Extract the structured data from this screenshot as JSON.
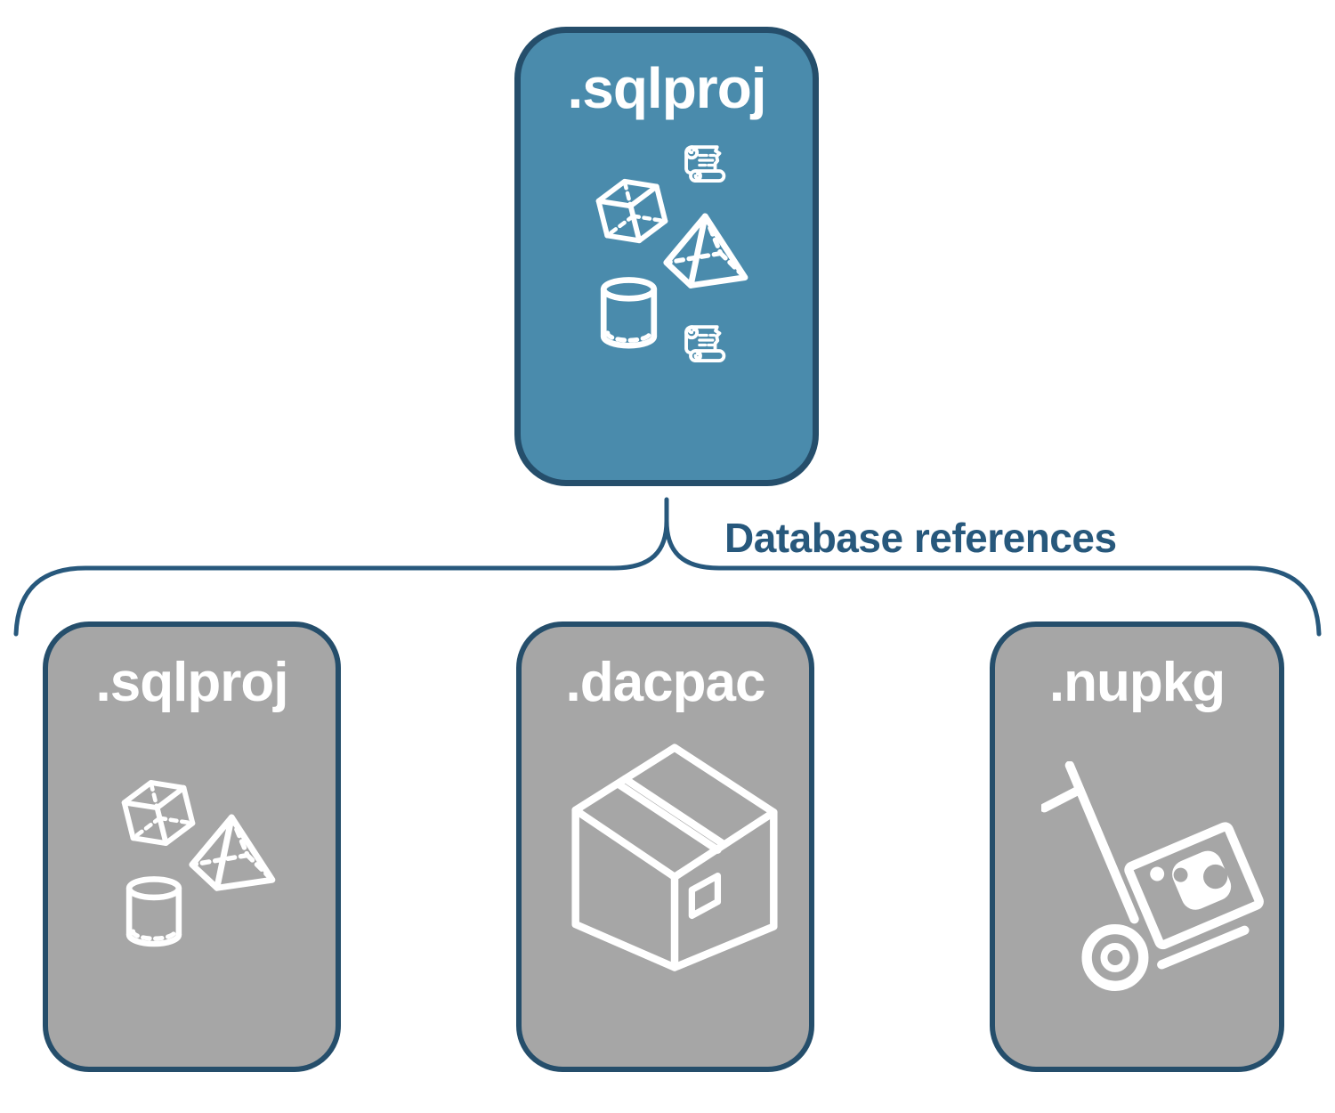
{
  "diagram": {
    "root_card": {
      "label": ".sqlproj",
      "icons": [
        "scroll-icon",
        "cube-icon",
        "pyramid-icon",
        "cylinder-icon",
        "scroll-icon"
      ]
    },
    "connector": {
      "label": "Database references"
    },
    "child_cards": [
      {
        "label": ".sqlproj",
        "icons": [
          "cube-icon",
          "pyramid-icon",
          "cylinder-icon"
        ]
      },
      {
        "label": ".dacpac",
        "icons": [
          "package-box-icon"
        ]
      },
      {
        "label": ".nupkg",
        "icons": [
          "hand-truck-icon",
          "nuget-logo-icon"
        ]
      }
    ]
  },
  "colors": {
    "root_card_fill": "#4A8BAC",
    "child_card_fill": "#A6A6A6",
    "card_border": "#254E6B",
    "connector_line": "#27587C",
    "label_text": "#FFFFFF"
  }
}
